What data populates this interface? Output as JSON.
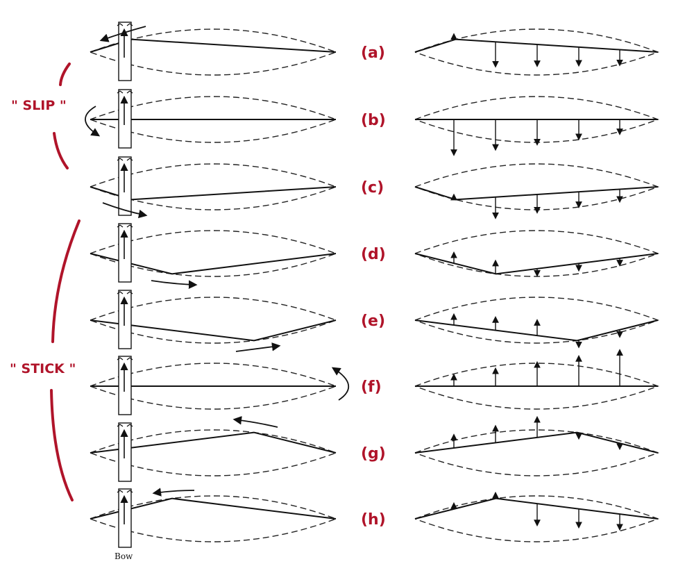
{
  "bow_label": "Bow",
  "phases": {
    "slip": "\" SLIP \"",
    "stick": "\" STICK \""
  },
  "frames": [
    {
      "label": "(a)",
      "kink": 0.167,
      "side": "up"
    },
    {
      "label": "(b)",
      "kink": 0.0,
      "side": "flat"
    },
    {
      "label": "(c)",
      "kink": 0.167,
      "side": "down"
    },
    {
      "label": "(d)",
      "kink": 0.333,
      "side": "down"
    },
    {
      "label": "(e)",
      "kink": 0.667,
      "side": "down"
    },
    {
      "label": "(f)",
      "kink": 1.0,
      "side": "flat"
    },
    {
      "label": "(g)",
      "kink": 0.667,
      "side": "up"
    },
    {
      "label": "(h)",
      "kink": 0.333,
      "side": "up"
    }
  ],
  "colors": {
    "ink": "#111111",
    "annotation": "#b0142a"
  }
}
